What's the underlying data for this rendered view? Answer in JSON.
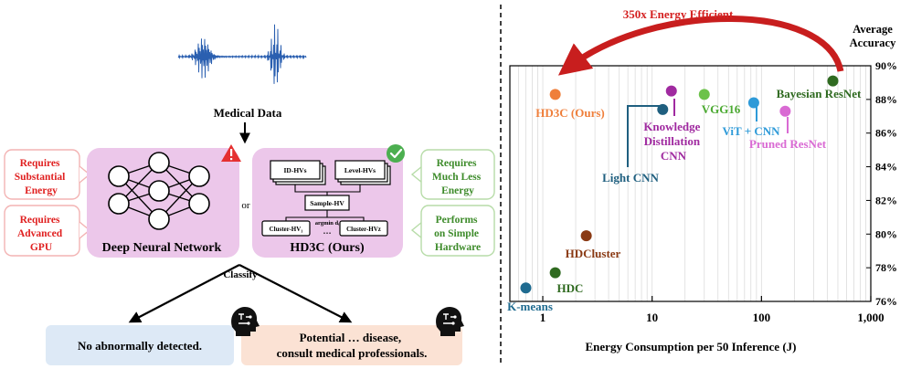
{
  "left": {
    "input_label": "Medical Data",
    "dnn_label": "Deep Neural Network",
    "hd3c_label": "HD3C (Ours)",
    "or_label": "or",
    "classify_label": "Classify",
    "drawbacks": [
      {
        "lines": [
          "Requires",
          "Substantial",
          "Energy"
        ]
      },
      {
        "lines": [
          "Requires",
          "Advanced",
          "GPU"
        ]
      }
    ],
    "benefits": [
      {
        "lines": [
          "Requires",
          "Much Less",
          "Energy"
        ]
      },
      {
        "lines": [
          "Performs",
          "on Simple",
          "Hardware"
        ]
      }
    ],
    "hd3c_inner": {
      "id_hvs": "ID-HVs",
      "level_hvs": "Level-HVs",
      "sample_hv": "Sample-HV",
      "argmin": "argmin dᵢ",
      "cluster_hv1": "Cluster-HV₁",
      "cluster_hvz": "Cluster-HVz",
      "ellipsis": "…"
    },
    "outcome_normal": "No abnormally detected.",
    "outcome_disease": [
      "Potential … disease,",
      "consult medical professionals."
    ]
  },
  "chart_data": {
    "type": "scatter",
    "title": "",
    "xlabel": "Energy Consumption per 50 Inference (J)",
    "ylabel": "Average\nAccuracy",
    "x_scale": "log",
    "xlim": [
      0.5,
      1000
    ],
    "ylim": [
      76,
      90
    ],
    "x_ticks": [
      "1",
      "10",
      "100",
      "1,000"
    ],
    "x_tick_values": [
      1,
      10,
      100,
      1000
    ],
    "y_ticks": [
      "76%",
      "78%",
      "80%",
      "82%",
      "84%",
      "86%",
      "88%",
      "90%"
    ],
    "y_tick_values": [
      76,
      78,
      80,
      82,
      84,
      86,
      88,
      90
    ],
    "grid": "vertical minor",
    "annotation": "350x Energy Efficient",
    "annotation_color": "#d42020",
    "points": [
      {
        "label": "HD3C (Ours)",
        "x": 1.3,
        "y": 88.3,
        "color": "#ef7f3b"
      },
      {
        "label": "Light CNN",
        "x": 12.5,
        "y": 87.4,
        "color": "#1f5f7f"
      },
      {
        "label": "Knowledge Distillation CNN",
        "x": 15,
        "y": 88.5,
        "color": "#a02aa0"
      },
      {
        "label": "VGG16",
        "x": 30,
        "y": 88.3,
        "color": "#6cc24a"
      },
      {
        "label": "ViT + CNN",
        "x": 85,
        "y": 87.8,
        "color": "#2e9ad8"
      },
      {
        "label": "Pruned ResNet",
        "x": 165,
        "y": 87.3,
        "color": "#d96ad3"
      },
      {
        "label": "Bayesian ResNet",
        "x": 450,
        "y": 89.1,
        "color": "#2f6a20"
      },
      {
        "label": "HDCluster",
        "x": 2.5,
        "y": 79.9,
        "color": "#8a3a14"
      },
      {
        "label": "HDC",
        "x": 1.3,
        "y": 77.7,
        "color": "#2f6a20"
      },
      {
        "label": "K-means",
        "x": 0.7,
        "y": 76.8,
        "color": "#1f6b90"
      }
    ]
  }
}
